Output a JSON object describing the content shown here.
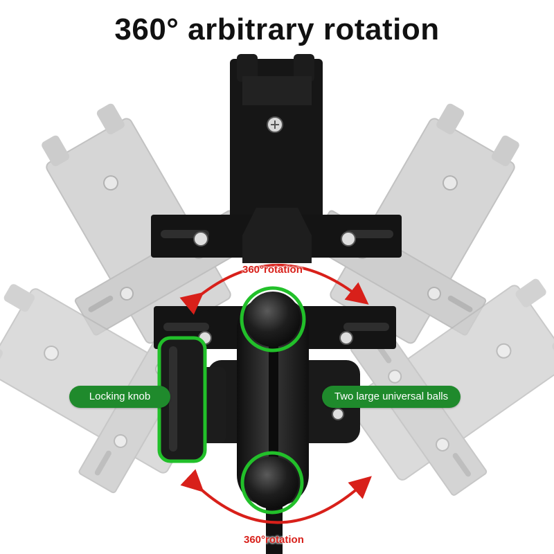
{
  "title": "360° arbitrary rotation",
  "labels": {
    "locking_knob": "Locking knob",
    "universal_balls": "Two large universal balls",
    "rotation_top": "360°rotation",
    "rotation_bottom": "360°rotation"
  },
  "colors": {
    "highlight_green": "#22c02a",
    "pill_green": "#1f8a2c",
    "arrow_red": "#d8201a",
    "mount_black": "#161616",
    "ghost_gray": "#c9c9c9"
  },
  "icons": {
    "ball_joint": "ball-joint-icon",
    "rotation_arrow": "curved-double-arrow-icon"
  }
}
